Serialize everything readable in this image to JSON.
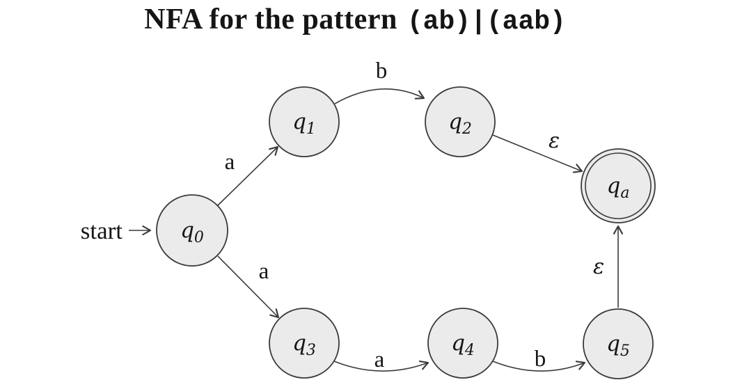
{
  "title": {
    "prefix": "NFA for the pattern",
    "pattern": "(ab)|(aab)"
  },
  "start_label": "start",
  "colors": {
    "state_fill": "#ebebeb",
    "state_stroke": "#3a3a3a",
    "edge": "#3a3a3a",
    "text": "#151515",
    "background": "#ffffff"
  },
  "states": [
    {
      "id": "q0",
      "base": "q",
      "sub": "0",
      "start": true,
      "accepting": false
    },
    {
      "id": "q1",
      "base": "q",
      "sub": "1",
      "start": false,
      "accepting": false
    },
    {
      "id": "q2",
      "base": "q",
      "sub": "2",
      "start": false,
      "accepting": false
    },
    {
      "id": "q3",
      "base": "q",
      "sub": "3",
      "start": false,
      "accepting": false
    },
    {
      "id": "q4",
      "base": "q",
      "sub": "4",
      "start": false,
      "accepting": false
    },
    {
      "id": "q5",
      "base": "q",
      "sub": "5",
      "start": false,
      "accepting": false
    },
    {
      "id": "qa",
      "base": "q",
      "sub": "a",
      "start": false,
      "accepting": true
    }
  ],
  "transitions": [
    {
      "from": "q0",
      "to": "q1",
      "label": "a"
    },
    {
      "from": "q1",
      "to": "q2",
      "label": "b"
    },
    {
      "from": "q2",
      "to": "qa",
      "label": "ε"
    },
    {
      "from": "q0",
      "to": "q3",
      "label": "a"
    },
    {
      "from": "q3",
      "to": "q4",
      "label": "a"
    },
    {
      "from": "q4",
      "to": "q5",
      "label": "b"
    },
    {
      "from": "q5",
      "to": "qa",
      "label": "ε"
    }
  ]
}
